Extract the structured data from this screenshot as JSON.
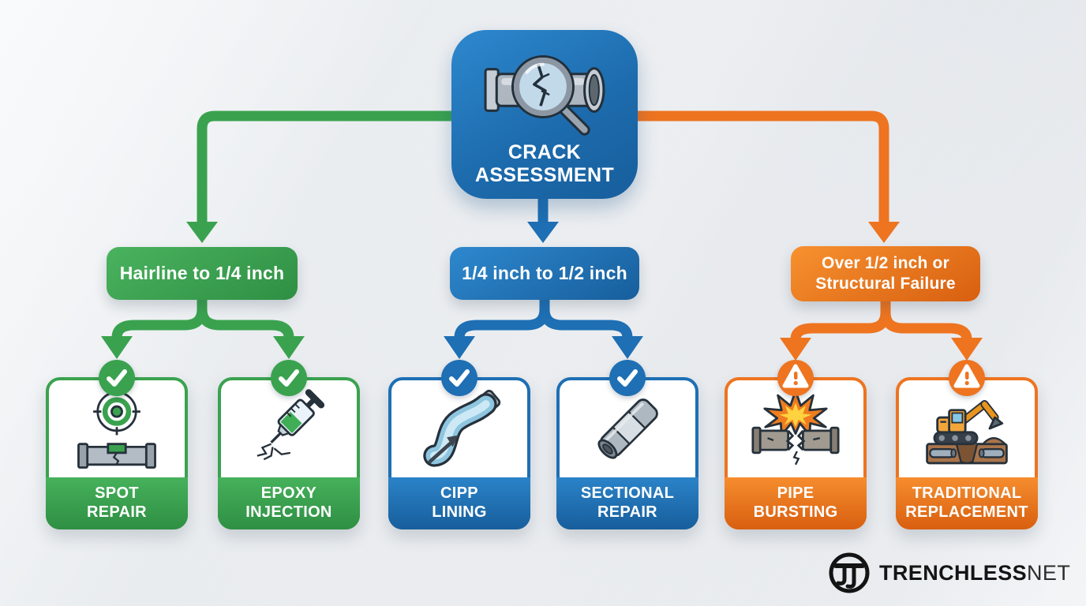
{
  "colors": {
    "green": "#3aa24f",
    "green_dark": "#2e8f43",
    "blue": "#1e6fb4",
    "blue_dark": "#175e9c",
    "orange": "#ee7420",
    "orange_dark": "#d85f10",
    "background": "#edf0f3",
    "text_light": "#ffffff",
    "logo_text": "#141414"
  },
  "root": {
    "title_line1": "CRACK",
    "title_line2": "ASSESSMENT",
    "icon": "magnifier-cracked-pipe-icon"
  },
  "branches": [
    {
      "name": "minor",
      "color": "green",
      "label_line1": "Hairline to 1/4 inch",
      "label_line2": ""
    },
    {
      "name": "moderate",
      "color": "blue",
      "label_line1": "1/4 inch to 1/2 inch",
      "label_line2": ""
    },
    {
      "name": "severe",
      "color": "orange",
      "label_line1": "Over 1/2 inch or",
      "label_line2": "Structural Failure"
    }
  ],
  "cards": [
    {
      "line1": "SPOT",
      "line2": "REPAIR",
      "badge": "check",
      "icon": "target-pipe-icon"
    },
    {
      "line1": "EPOXY",
      "line2": "INJECTION",
      "badge": "check",
      "icon": "syringe-crack-icon"
    },
    {
      "line1": "CIPP",
      "line2": "LINING",
      "badge": "check",
      "icon": "curved-liner-icon"
    },
    {
      "line1": "SECTIONAL",
      "line2": "REPAIR",
      "badge": "check",
      "icon": "pipe-sleeve-icon"
    },
    {
      "line1": "PIPE",
      "line2": "BURSTING",
      "badge": "warning",
      "icon": "bursting-pipe-icon"
    },
    {
      "line1": "TRADITIONAL",
      "line2": "REPLACEMENT",
      "badge": "warning",
      "icon": "excavator-trench-icon"
    }
  ],
  "logo": {
    "brand_bold": "TRENCHLESS",
    "brand_light": "NET"
  }
}
